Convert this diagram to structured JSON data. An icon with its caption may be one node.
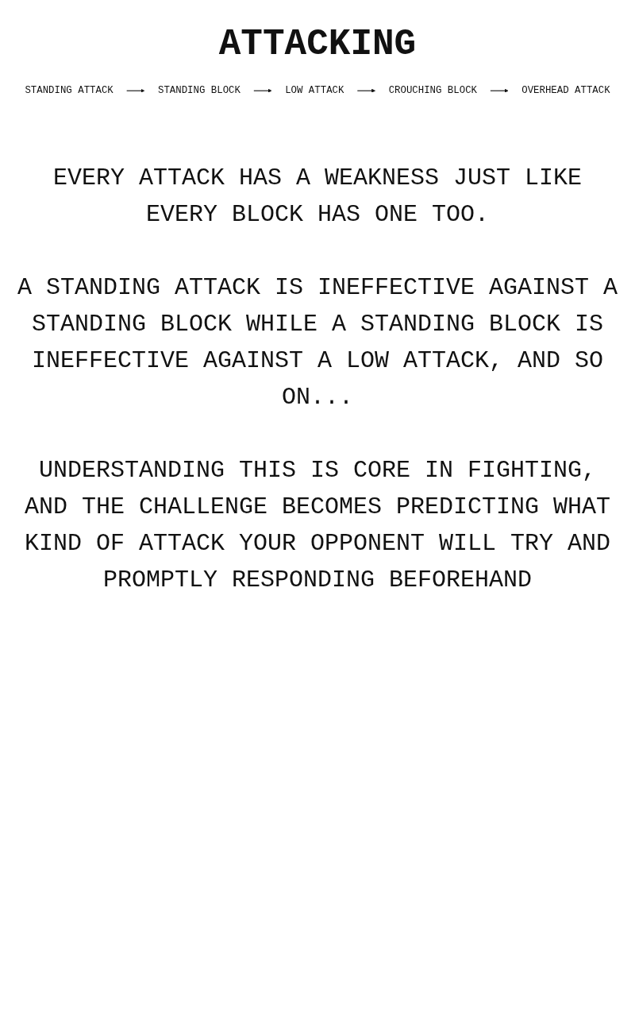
{
  "diagram": {
    "title": "ATTACKING",
    "nodes": [
      {
        "text": [
          "STANDING ATTACK"
        ]
      },
      {
        "text": [
          "STANDING BLOCK"
        ]
      },
      {
        "text": [
          "LOW ATTACK"
        ]
      },
      {
        "text": [
          "CROUCHING BLOCK"
        ]
      },
      {
        "text": [
          "OVERHEAD ATTACK"
        ]
      }
    ],
    "edges": [
      {
        "from": 0,
        "to": 1,
        "arrow": "to"
      },
      {
        "from": 1,
        "to": 2,
        "arrow": "to"
      },
      {
        "from": 2,
        "to": 3,
        "arrow": "to"
      },
      {
        "from": 3,
        "to": 4,
        "arrow": "to"
      }
    ],
    "labels": [
      "EVERY ATTACK HAS A WEAKNESS JUST LIKE EVERY BLOCK HAS ONE TOO.",
      "A STANDING ATTACK IS INEFFECTIVE AGAINST A STANDING BLOCK WHILE A STANDING BLOCK IS INEFFECTIVE AGAINST A LOW ATTACK, AND SO ON...",
      "UNDERSTANDING THIS IS CORE IN FIGHTING, AND THE CHALLENGE BECOMES PREDICTING WHAT KIND OF ATTACK YOUR OPPONENT WILL TRY AND PROMPTLY RESPONDING BEFOREHAND"
    ]
  }
}
